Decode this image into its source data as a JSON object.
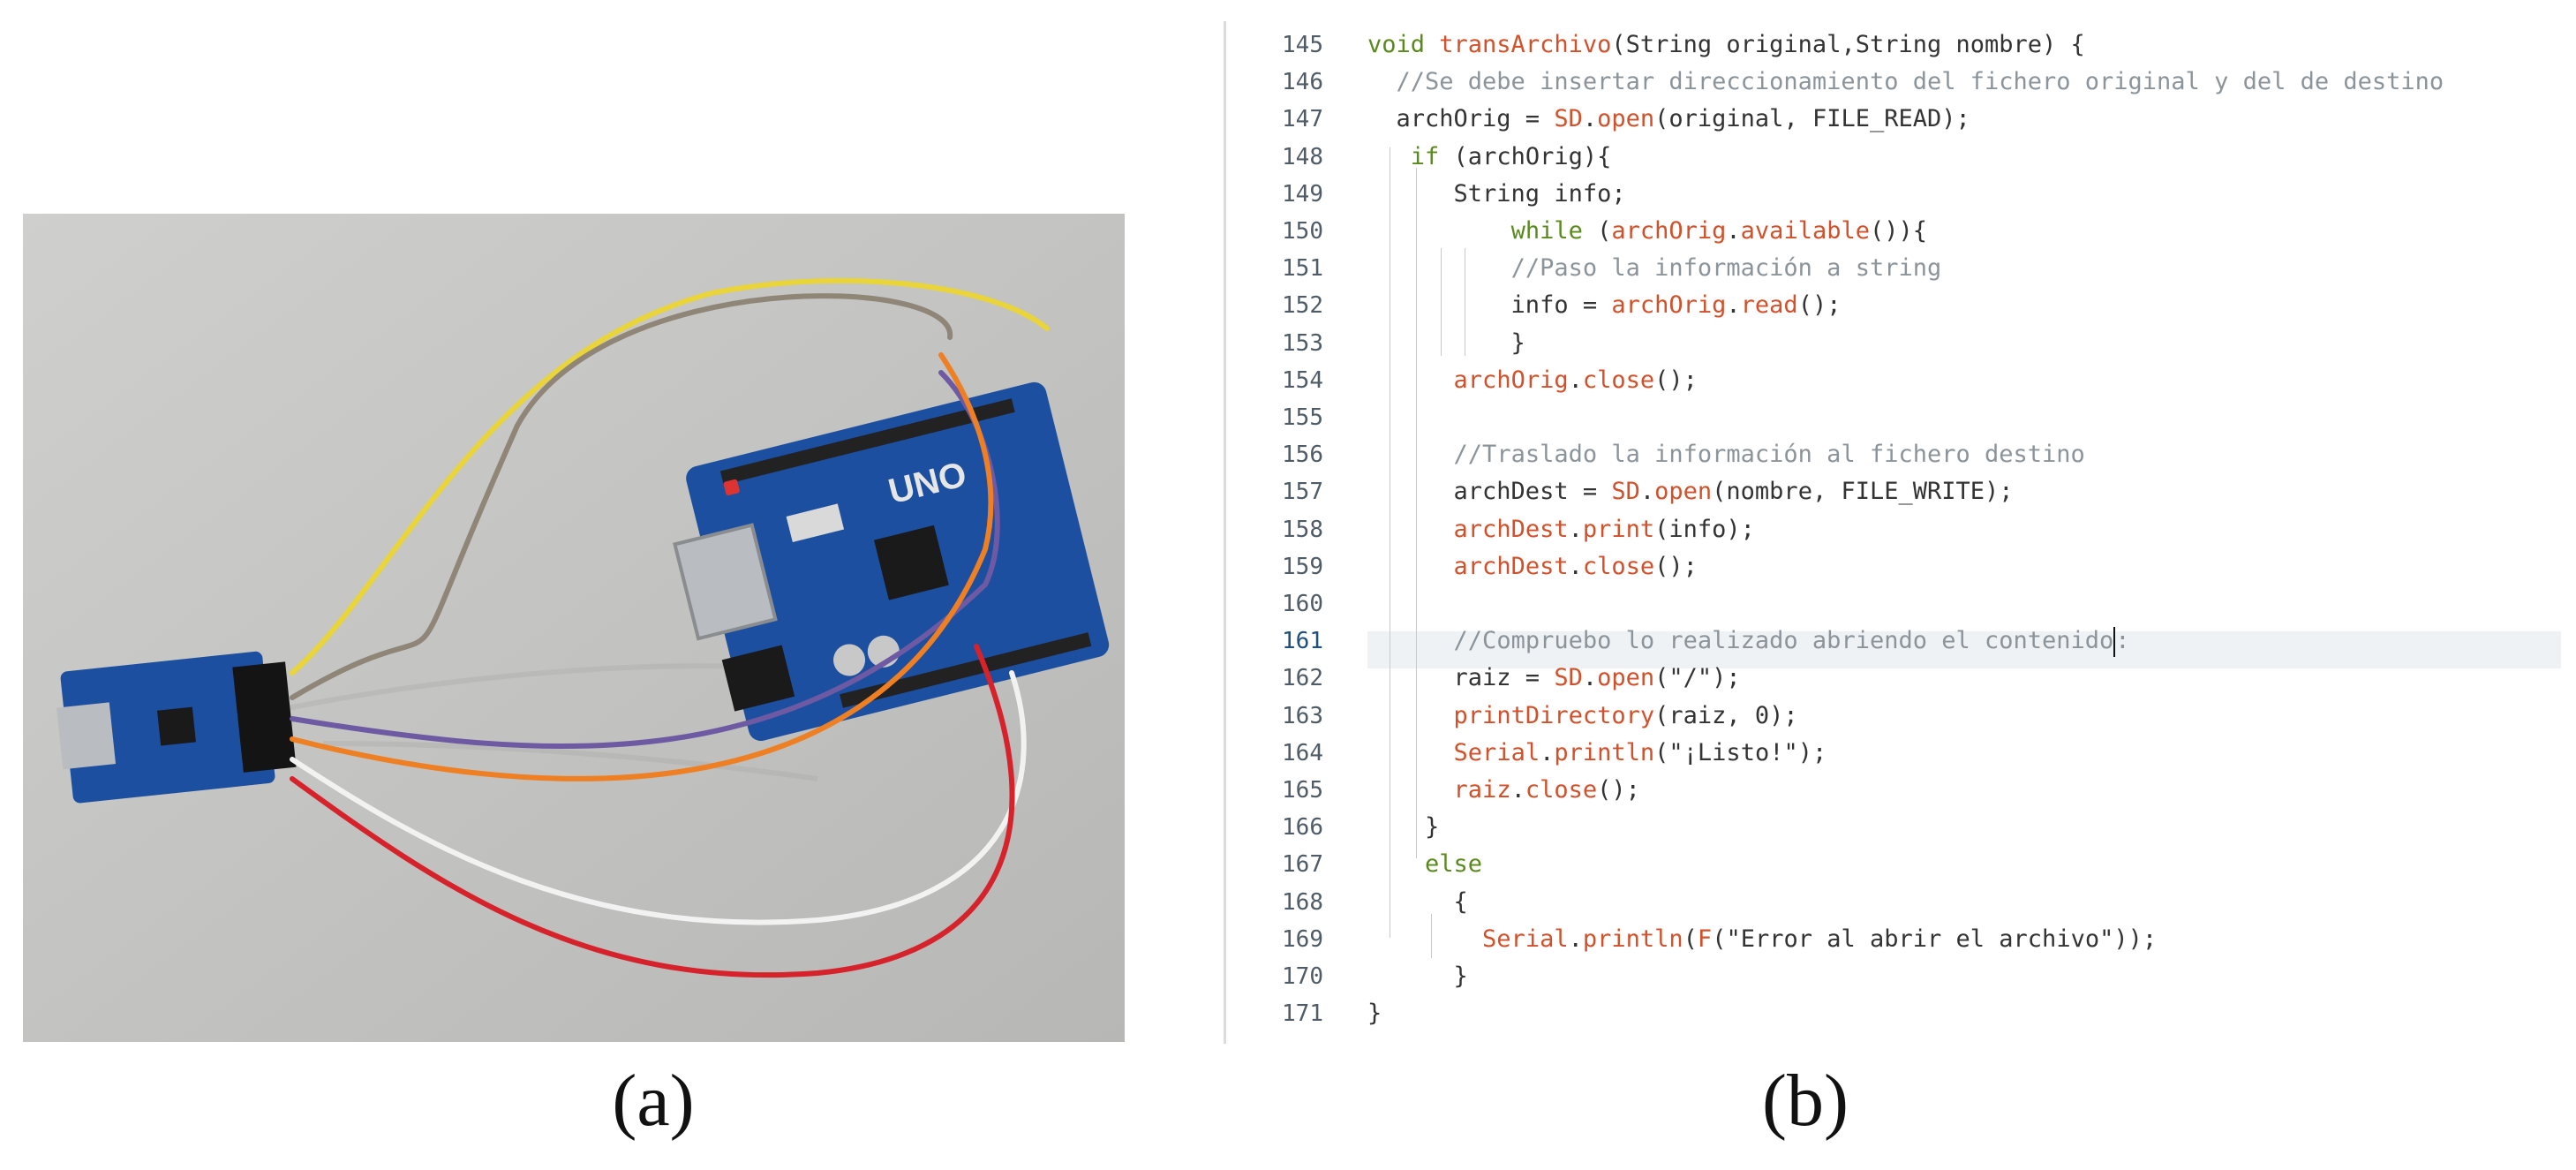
{
  "captions": {
    "a": "(a)",
    "b": "(b)"
  },
  "editor": {
    "lines": [
      {
        "n": "145",
        "tokens": [
          [
            "kw",
            "void "
          ],
          [
            "fn",
            "transArchivo"
          ],
          [
            "tx",
            "(String original,String nombre) {"
          ]
        ]
      },
      {
        "n": "146",
        "tokens": [
          [
            "tx",
            "  "
          ],
          [
            "cm",
            "//Se debe insertar direccionamiento del fichero original y del de destino"
          ]
        ]
      },
      {
        "n": "147",
        "tokens": [
          [
            "tx",
            "  archOrig = "
          ],
          [
            "fn",
            "SD"
          ],
          [
            "tx",
            "."
          ],
          [
            "fn",
            "open"
          ],
          [
            "tx",
            "(original, FILE_READ);"
          ]
        ]
      },
      {
        "n": "148",
        "tokens": [
          [
            "tx",
            "   "
          ],
          [
            "kw",
            "if"
          ],
          [
            "tx",
            " (archOrig){"
          ]
        ]
      },
      {
        "n": "149",
        "tokens": [
          [
            "tx",
            "      String info;"
          ]
        ]
      },
      {
        "n": "150",
        "tokens": [
          [
            "tx",
            "          "
          ],
          [
            "kw",
            "while"
          ],
          [
            "tx",
            " ("
          ],
          [
            "fn",
            "archOrig"
          ],
          [
            "tx",
            "."
          ],
          [
            "fn",
            "available"
          ],
          [
            "tx",
            "()){"
          ]
        ]
      },
      {
        "n": "151",
        "tokens": [
          [
            "tx",
            "          "
          ],
          [
            "cm",
            "//Paso la información a string"
          ]
        ]
      },
      {
        "n": "152",
        "tokens": [
          [
            "tx",
            "          info = "
          ],
          [
            "fn",
            "archOrig"
          ],
          [
            "tx",
            "."
          ],
          [
            "fn",
            "read"
          ],
          [
            "tx",
            "();"
          ]
        ]
      },
      {
        "n": "153",
        "tokens": [
          [
            "tx",
            "          }"
          ]
        ]
      },
      {
        "n": "154",
        "tokens": [
          [
            "tx",
            "      "
          ],
          [
            "fn",
            "archOrig"
          ],
          [
            "tx",
            "."
          ],
          [
            "fn",
            "close"
          ],
          [
            "tx",
            "();"
          ]
        ]
      },
      {
        "n": "155",
        "tokens": [
          [
            "tx",
            ""
          ]
        ]
      },
      {
        "n": "156",
        "tokens": [
          [
            "tx",
            "      "
          ],
          [
            "cm",
            "//Traslado la información al fichero destino"
          ]
        ]
      },
      {
        "n": "157",
        "tokens": [
          [
            "tx",
            "      archDest = "
          ],
          [
            "fn",
            "SD"
          ],
          [
            "tx",
            "."
          ],
          [
            "fn",
            "open"
          ],
          [
            "tx",
            "(nombre, FILE_WRITE);"
          ]
        ]
      },
      {
        "n": "158",
        "tokens": [
          [
            "tx",
            "      "
          ],
          [
            "fn",
            "archDest"
          ],
          [
            "tx",
            "."
          ],
          [
            "fn",
            "print"
          ],
          [
            "tx",
            "(info);"
          ]
        ]
      },
      {
        "n": "159",
        "tokens": [
          [
            "tx",
            "      "
          ],
          [
            "fn",
            "archDest"
          ],
          [
            "tx",
            "."
          ],
          [
            "fn",
            "close"
          ],
          [
            "tx",
            "();"
          ]
        ]
      },
      {
        "n": "160",
        "tokens": [
          [
            "tx",
            ""
          ]
        ]
      },
      {
        "n": "161",
        "active": true,
        "tokens": [
          [
            "tx",
            "      "
          ],
          [
            "cm",
            "//Compruebo lo realizado abriendo el contenido"
          ],
          [
            "caret",
            ""
          ],
          [
            "cm",
            ":"
          ]
        ]
      },
      {
        "n": "162",
        "tokens": [
          [
            "tx",
            "      raiz = "
          ],
          [
            "fn",
            "SD"
          ],
          [
            "tx",
            "."
          ],
          [
            "fn",
            "open"
          ],
          [
            "tx",
            "(\"/\");"
          ]
        ]
      },
      {
        "n": "163",
        "tokens": [
          [
            "tx",
            "      "
          ],
          [
            "fn",
            "printDirectory"
          ],
          [
            "tx",
            "(raiz, 0);"
          ]
        ]
      },
      {
        "n": "164",
        "tokens": [
          [
            "tx",
            "      "
          ],
          [
            "fn",
            "Serial"
          ],
          [
            "tx",
            "."
          ],
          [
            "fn",
            "println"
          ],
          [
            "tx",
            "(\"¡Listo!\");"
          ]
        ]
      },
      {
        "n": "165",
        "tokens": [
          [
            "tx",
            "      "
          ],
          [
            "fn",
            "raiz"
          ],
          [
            "tx",
            "."
          ],
          [
            "fn",
            "close"
          ],
          [
            "tx",
            "();"
          ]
        ]
      },
      {
        "n": "166",
        "tokens": [
          [
            "tx",
            "    }"
          ]
        ]
      },
      {
        "n": "167",
        "tokens": [
          [
            "tx",
            "    "
          ],
          [
            "kw",
            "else"
          ]
        ]
      },
      {
        "n": "168",
        "tokens": [
          [
            "tx",
            "      {"
          ]
        ]
      },
      {
        "n": "169",
        "tokens": [
          [
            "tx",
            "        "
          ],
          [
            "fn",
            "Serial"
          ],
          [
            "tx",
            "."
          ],
          [
            "fn",
            "println"
          ],
          [
            "tx",
            "("
          ],
          [
            "fn",
            "F"
          ],
          [
            "tx",
            "(\"Error al abrir el archivo\"));"
          ]
        ]
      },
      {
        "n": "170",
        "tokens": [
          [
            "tx",
            "      }"
          ]
        ]
      },
      {
        "n": "171",
        "tokens": [
          [
            "tx",
            "}"
          ]
        ]
      }
    ]
  }
}
